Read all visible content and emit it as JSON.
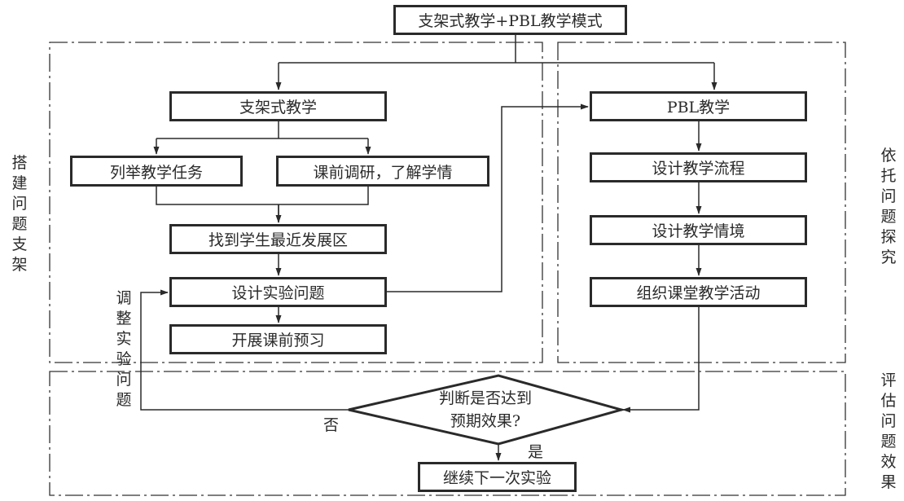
{
  "title": "支架式教学+PBL教学模式",
  "regions": {
    "left": "搭建问题支架",
    "right": "依托问题探究",
    "bottom": "评估问题效果"
  },
  "scaffold": {
    "head": "支架式教学",
    "task_list": "列举教学任务",
    "survey": "课前调研，了解学情",
    "zpd": "找到学生最近发展区",
    "design_question": "设计实验问题",
    "preview": "开展课前预习"
  },
  "pbl": {
    "head": "PBL教学",
    "design_flow": "设计教学流程",
    "design_context": "设计教学情境",
    "organize": "组织课堂教学活动"
  },
  "evaluation": {
    "decision_line1": "判断是否达到",
    "decision_line2": "预期效果?",
    "yes_label": "是",
    "no_label": "否",
    "next": "继续下一次实验"
  },
  "feedback_label": "调整实验问题"
}
